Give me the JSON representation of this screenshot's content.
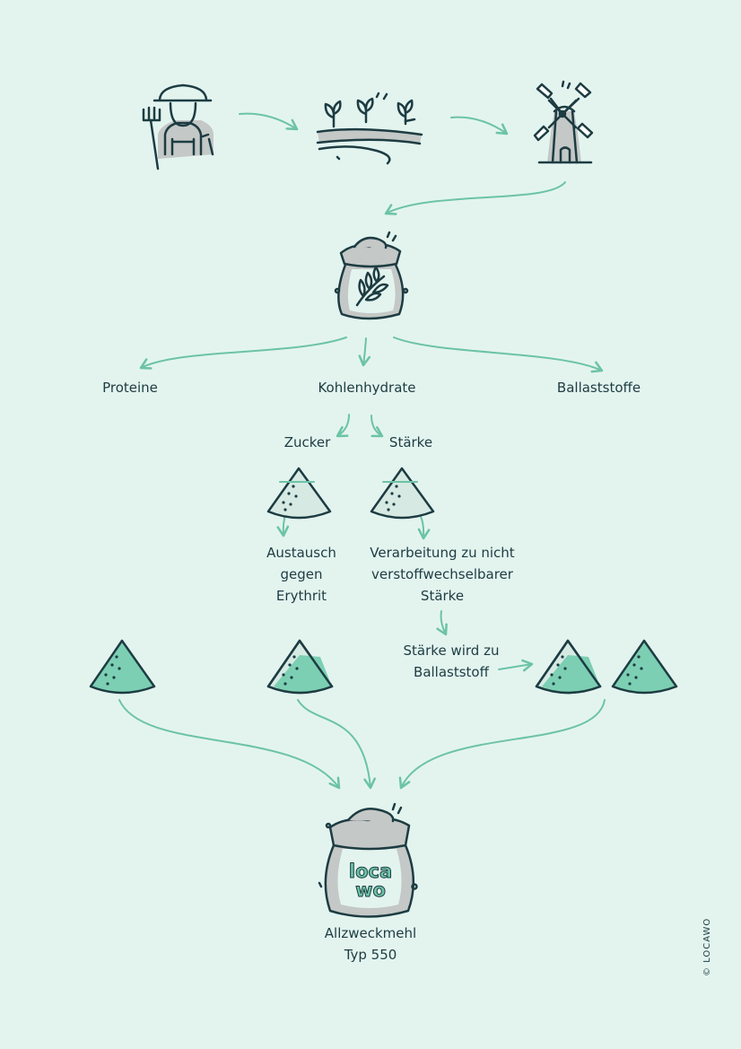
{
  "labels": {
    "proteine": "Proteine",
    "kohlenhydrate": "Kohlenhydrate",
    "ballaststoffe": "Ballaststoffe",
    "zucker": "Zucker",
    "staerke": "Stärke",
    "austausch": [
      "Austausch",
      "gegen",
      "Erythrit"
    ],
    "verarbeitung": [
      "Verarbeitung zu nicht",
      "verstoffwechselbarer",
      "Stärke"
    ],
    "staerke_wird": [
      "Stärke wird zu",
      "Ballaststoff"
    ],
    "final": [
      "Allzweckmehl",
      "Typ 550"
    ]
  },
  "bag_logo": [
    "loca",
    "wo"
  ],
  "copyright": "© LOCAWO",
  "icons": [
    "farmer-icon",
    "field-icon",
    "windmill-icon",
    "flour-sack-icon",
    "sugar-pile-icon",
    "starch-pile-icon",
    "powder-pile-icon",
    "locawo-flour-sack-icon"
  ],
  "colors": {
    "background": "#e3f4ef",
    "accent": "#6cc3a6",
    "ink": "#1d3c42",
    "fill_grey": "#c4c8c6",
    "fill_green": "#7ccfb3"
  }
}
